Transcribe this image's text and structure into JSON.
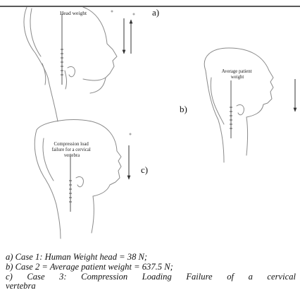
{
  "figure": {
    "panels": [
      {
        "tag": "a)",
        "label_lines": [
          "Head weight"
        ]
      },
      {
        "tag": "b)",
        "label_lines": [
          "Average patient",
          "weight"
        ]
      },
      {
        "tag": "c)",
        "label_lines": [
          "Compression load",
          "failure for a cervical",
          "vertebra"
        ]
      }
    ]
  },
  "captions": {
    "a": "a) Case 1: Human Weight head = 38 N;",
    "b": "b) Case 2 = Average patient weight = 637.5 N;",
    "c_line1": "c) Case 3: Compression Loading Failure of a cervical",
    "c_line2": "vertebra"
  }
}
